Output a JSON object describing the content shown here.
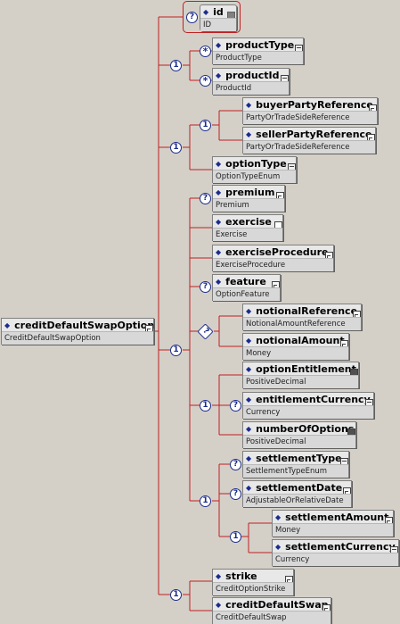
{
  "root": {
    "name": "creditDefaultSwapOption",
    "type": "CreditDefaultSwapOption"
  },
  "attribute": {
    "name": "id",
    "type": "ID"
  },
  "elements": {
    "productType": {
      "name": "productType",
      "type": "ProductType"
    },
    "productId": {
      "name": "productId",
      "type": "ProductId"
    },
    "buyerPartyReference": {
      "name": "buyerPartyReference",
      "type": "PartyOrTradeSideReference"
    },
    "sellerPartyReference": {
      "name": "sellerPartyReference",
      "type": "PartyOrTradeSideReference"
    },
    "optionType": {
      "name": "optionType",
      "type": "OptionTypeEnum"
    },
    "premium": {
      "name": "premium",
      "type": "Premium"
    },
    "exercise": {
      "name": "exercise",
      "type": "Exercise"
    },
    "exerciseProcedure": {
      "name": "exerciseProcedure",
      "type": "ExerciseProcedure"
    },
    "feature": {
      "name": "feature",
      "type": "OptionFeature"
    },
    "notionalReference": {
      "name": "notionalReference",
      "type": "NotionalAmountReference"
    },
    "notionalAmount": {
      "name": "notionalAmount",
      "type": "Money"
    },
    "optionEntitlement": {
      "name": "optionEntitlement",
      "type": "PositiveDecimal"
    },
    "entitlementCurrency": {
      "name": "entitlementCurrency",
      "type": "Currency"
    },
    "numberOfOptions": {
      "name": "numberOfOptions",
      "type": "PositiveDecimal"
    },
    "settlementType": {
      "name": "settlementType",
      "type": "SettlementTypeEnum"
    },
    "settlementDate": {
      "name": "settlementDate",
      "type": "AdjustableOrRelativeDate"
    },
    "settlementAmount": {
      "name": "settlementAmount",
      "type": "Money"
    },
    "settlementCurrency": {
      "name": "settlementCurrency",
      "type": "Currency"
    },
    "strike": {
      "name": "strike",
      "type": "CreditOptionStrike"
    },
    "creditDefaultSwap": {
      "name": "creditDefaultSwap",
      "type": "CreditDefaultSwap"
    }
  },
  "icon_colors": {
    "wire": "#c02020",
    "badge": "#1c2c8c",
    "background": "#d4d0c8"
  }
}
